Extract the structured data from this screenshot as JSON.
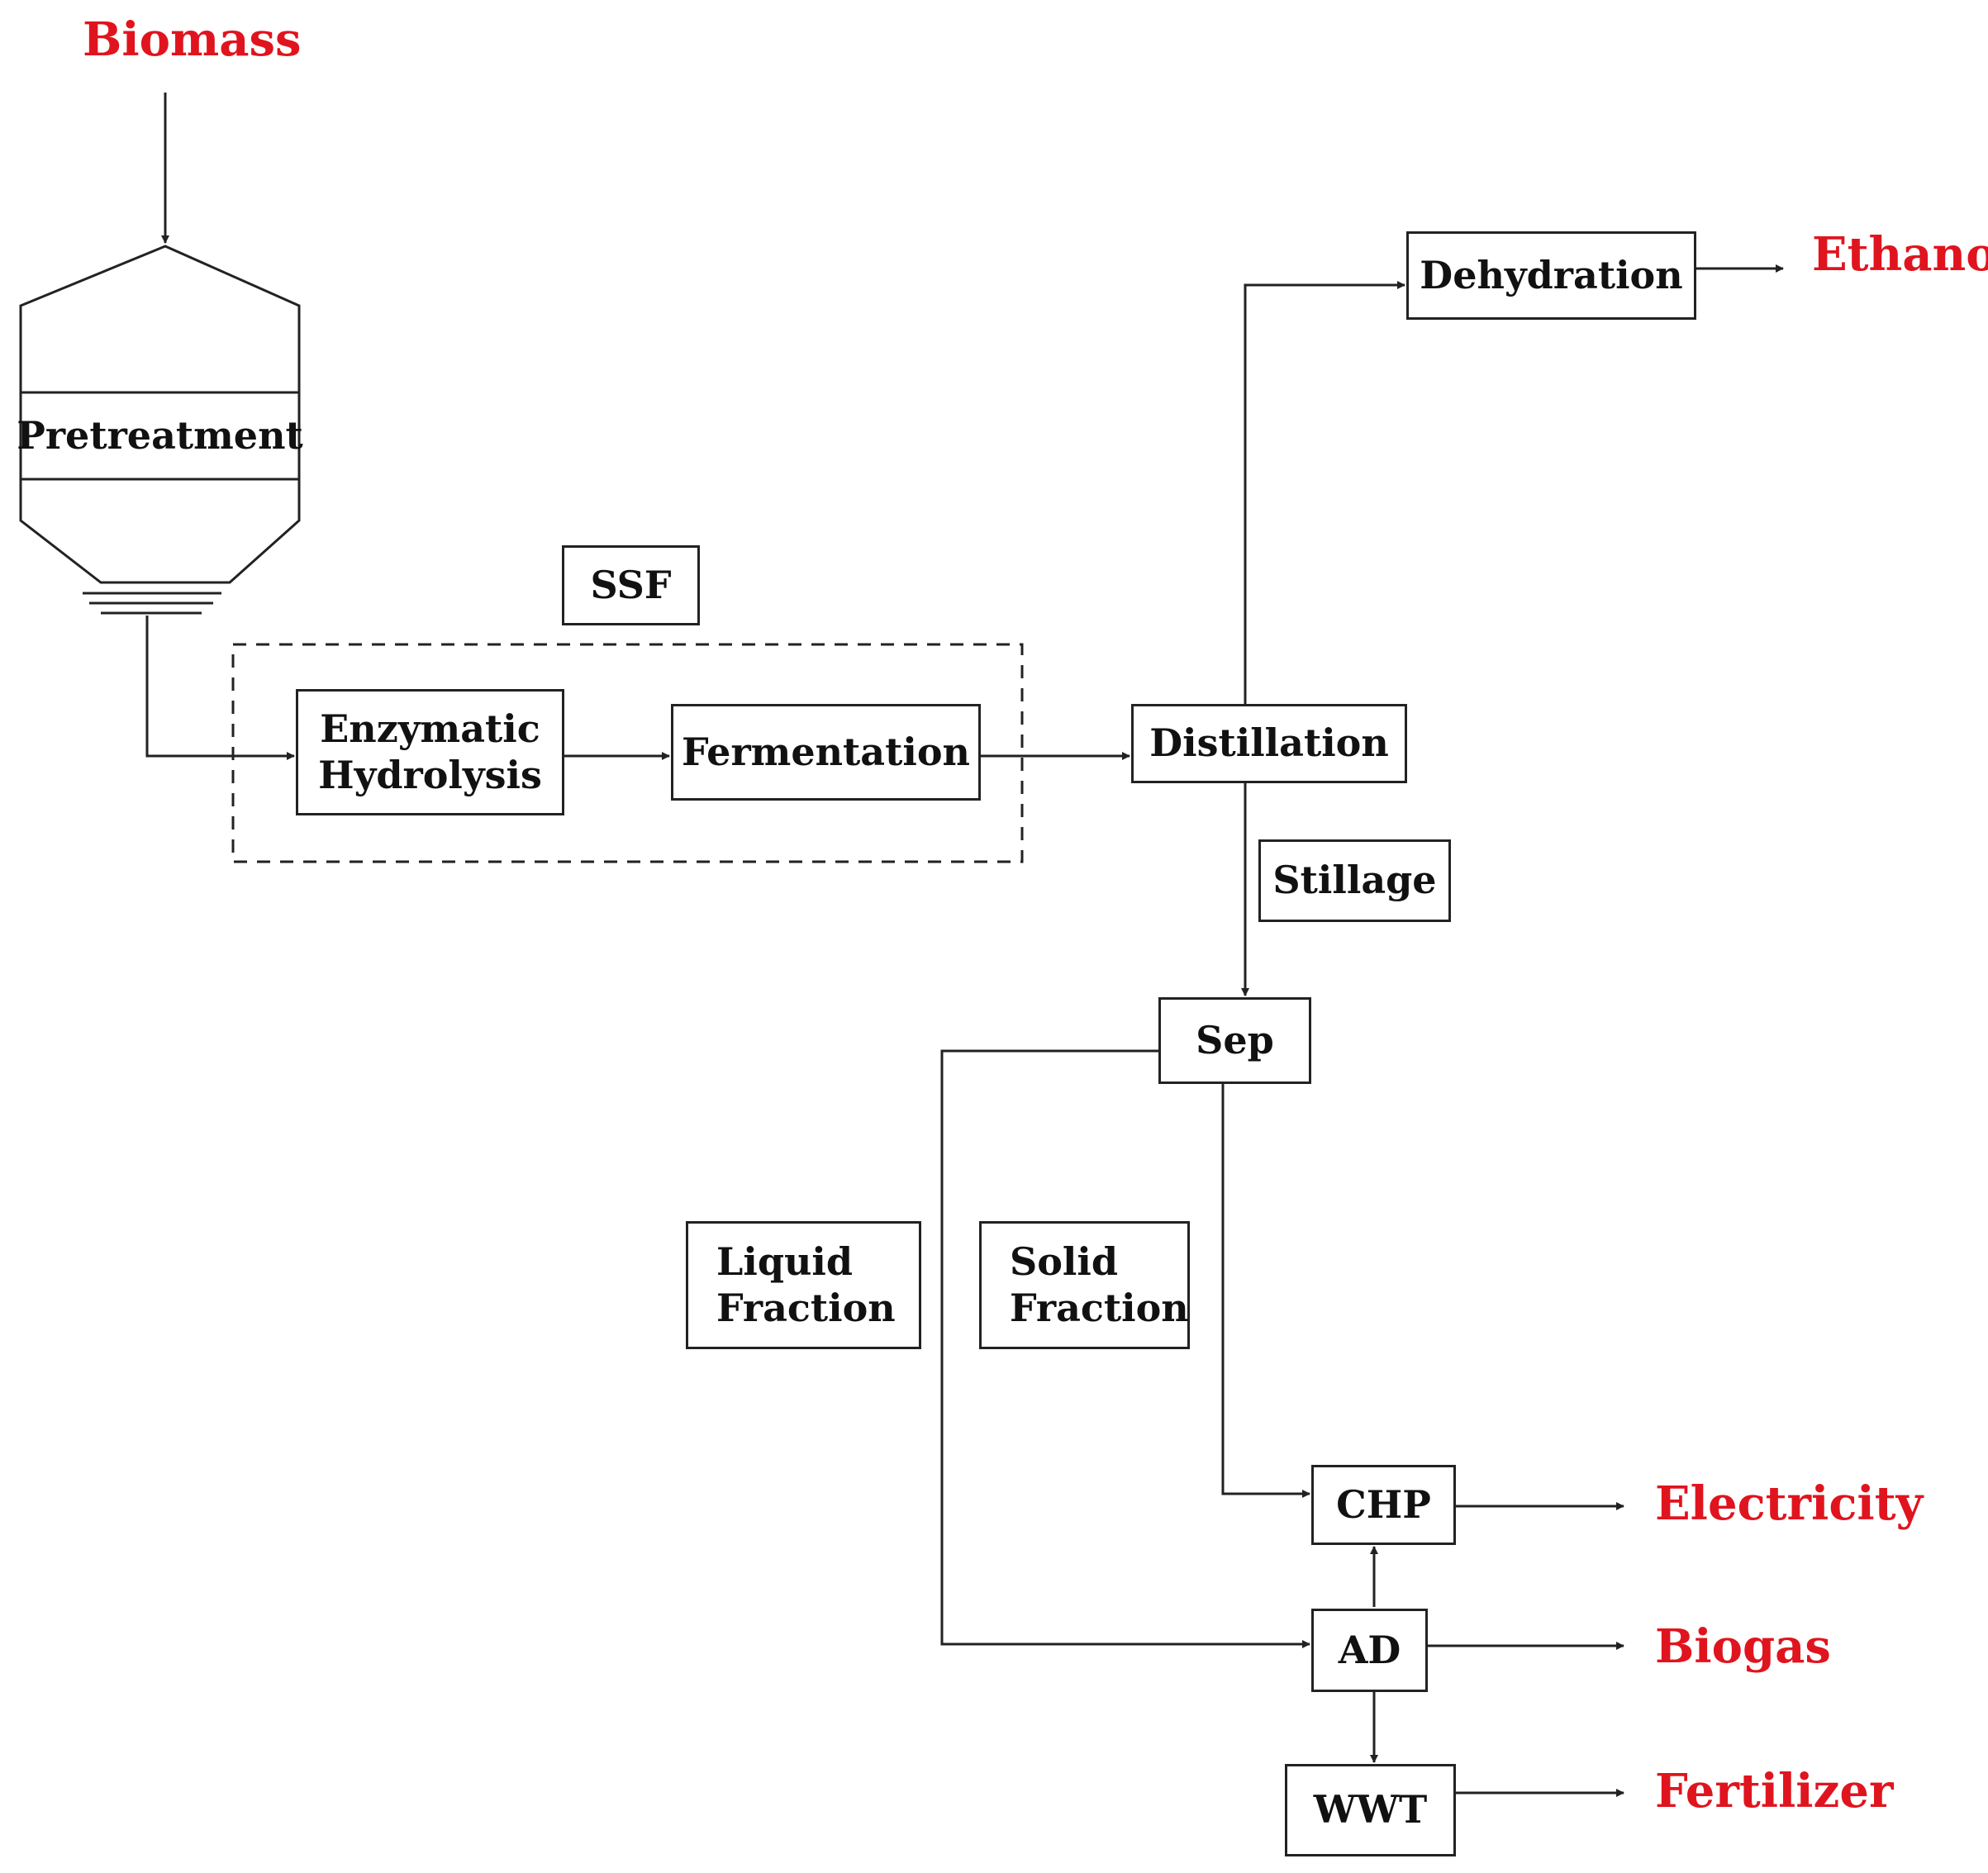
{
  "colors": {
    "line": "#222222",
    "output": "#e0141e"
  },
  "inputs": {
    "biomass": "Biomass"
  },
  "units": {
    "pretreatment": "Pretreatment",
    "ssf": "SSF",
    "enzymatic_hydrolysis": [
      "Enzymatic",
      "Hydrolysis"
    ],
    "fermentation": "Fermentation",
    "distillation": "Distillation",
    "dehydration": "Dehydration",
    "stillage": "Stillage",
    "sep": "Sep",
    "liquid_fraction": [
      "Liquid",
      "Fraction"
    ],
    "solid_fraction": [
      "Solid",
      "Fraction"
    ],
    "chp": "CHP",
    "ad": "AD",
    "wwt": "WWT"
  },
  "outputs": {
    "ethanol": "Ethanol",
    "electricity": "Electricity",
    "biogas": "Biogas",
    "fertilizer": "Fertilizer"
  }
}
